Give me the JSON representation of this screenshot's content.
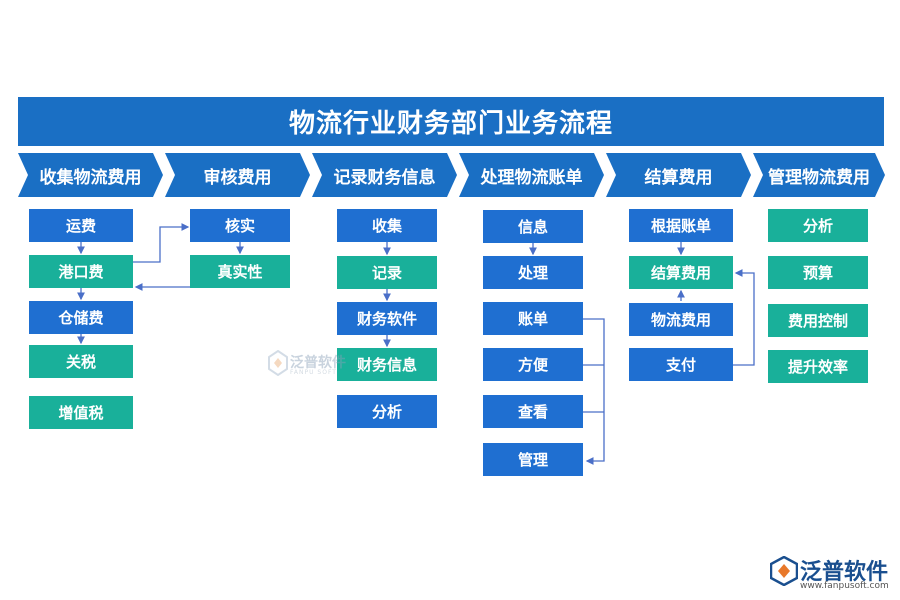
{
  "title": "物流行业财务部门业务流程",
  "stages": [
    {
      "label": "收集物流费用",
      "items": [
        "运费",
        "港口费",
        "仓储费",
        "关税",
        "增值税"
      ]
    },
    {
      "label": "审核费用",
      "items": [
        "核实",
        "真实性"
      ]
    },
    {
      "label": "记录财务信息",
      "items": [
        "收集",
        "记录",
        "财务软件",
        "财务信息",
        "分析"
      ]
    },
    {
      "label": "处理物流账单",
      "items": [
        "信息",
        "处理",
        "账单",
        "方便",
        "查看",
        "管理"
      ]
    },
    {
      "label": "结算费用",
      "items": [
        "根据账单",
        "结算费用",
        "物流费用",
        "支付"
      ]
    },
    {
      "label": "管理物流费用",
      "items": [
        "分析",
        "预算",
        "费用控制",
        "提升效率"
      ]
    }
  ],
  "watermark": {
    "name": "泛普软件",
    "sub": "FANPU SOFT"
  },
  "logo": {
    "name": "泛普软件",
    "url": "www.fanpusoft.com"
  },
  "colors": {
    "header": "#1a6fc4",
    "blue": "#1f6fd1",
    "teal": "#19b09a",
    "connector": "#4a6fc8"
  }
}
